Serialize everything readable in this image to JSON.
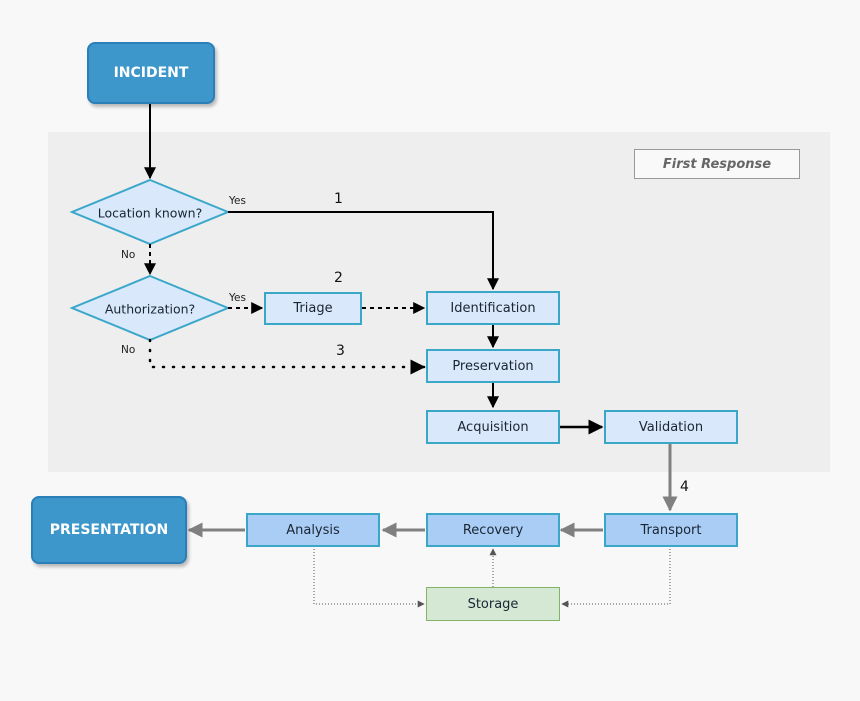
{
  "zone": {
    "label": "First Response"
  },
  "nodes": {
    "incident": "INCIDENT",
    "location_known": "Location known?",
    "authorization": "Authorization?",
    "triage": "Triage",
    "identification": "Identification",
    "preservation": "Preservation",
    "acquisition": "Acquisition",
    "validation": "Validation",
    "transport": "Transport",
    "recovery": "Recovery",
    "analysis": "Analysis",
    "presentation": "PRESENTATION",
    "storage": "Storage"
  },
  "edge_labels": {
    "location_yes": "Yes",
    "location_no": "No",
    "authorization_yes": "Yes",
    "authorization_no": "No",
    "path_1": "1",
    "path_2": "2",
    "path_3": "3",
    "path_4": "4"
  },
  "colors": {
    "zone_bg": "#eeeeee",
    "terminal_fill": "#3d97ca",
    "box_border": "#3aa7c9",
    "box_light_fill": "#dae8fc",
    "box_mid_fill": "#a9cdf5",
    "storage_fill": "#d5e8d4",
    "storage_border": "#82b366",
    "arrow_black": "#000000",
    "arrow_grey": "#808080"
  }
}
